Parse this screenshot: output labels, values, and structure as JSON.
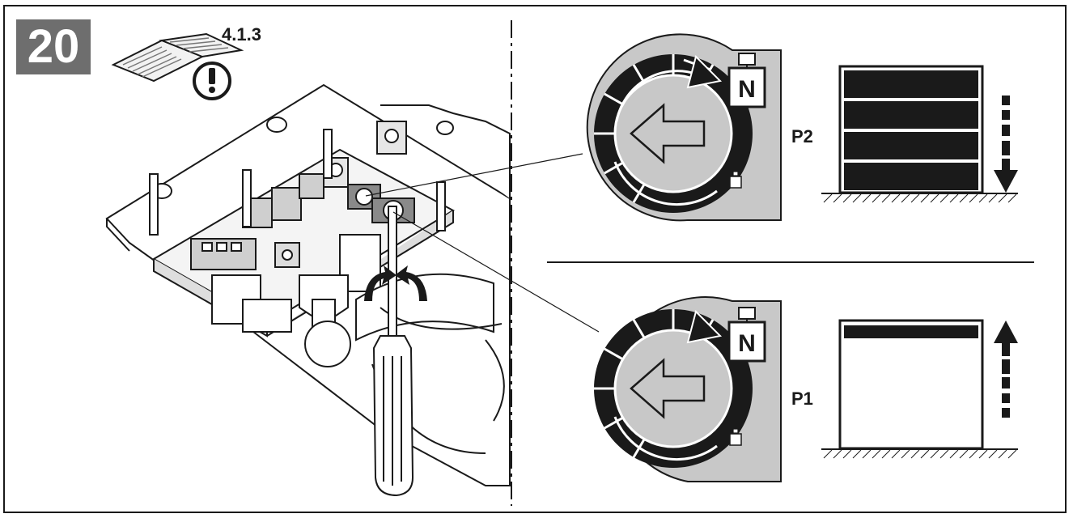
{
  "step": {
    "number": "20"
  },
  "manual_reference": {
    "section": "4.1.3"
  },
  "positions": [
    {
      "label": "P2",
      "dial_letter": "N"
    },
    {
      "label": "P1",
      "dial_letter": "N"
    }
  ]
}
